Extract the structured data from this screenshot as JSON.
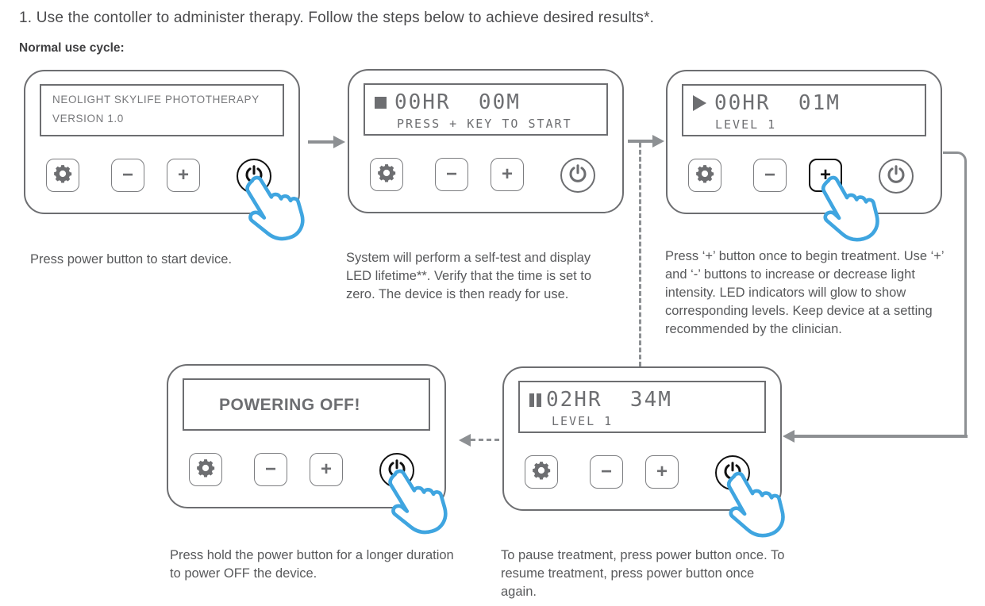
{
  "title": "1. Use the contoller to administer therapy. Follow the steps below to achieve desired results*.",
  "subtitle": "Normal use cycle:",
  "device_buttons": {
    "settings_icon": "gear-icon",
    "decrease_label": "−",
    "increase_label": "+",
    "power_icon": "power-icon"
  },
  "panels": {
    "startup": {
      "screen_line1": "NEOLIGHT SKYLIFE PHOTOTHERAPY",
      "screen_line2": "VERSION 1.0",
      "caption": "Press power button to start device."
    },
    "self_test": {
      "status_icon": "stop-square-icon",
      "screen_line1": "00HR  00M",
      "screen_line2": "PRESS + KEY TO START",
      "caption": "System will perform a self-test and display LED lifetime**. Verify that the time is set to zero. The device is then ready for use."
    },
    "treatment": {
      "status_icon": "play-triangle-icon",
      "screen_line1": "00HR  01M",
      "screen_line2": "LEVEL 1",
      "caption": "Press ‘+’ button once to begin treatment. Use ‘+’ and ‘-’ buttons to increase or decrease light intensity. LED indicators will glow to show corresponding levels. Keep device at a setting recommended by the clinician."
    },
    "paused": {
      "status_icon": "pause-bars-icon",
      "screen_line1": "02HR  34M",
      "screen_line2": "LEVEL 1",
      "caption": "To pause treatment, press power button once. To resume treatment, press power button once again."
    },
    "power_off": {
      "screen_line1": "POWERING OFF!",
      "caption": "Press hold the power button for a longer duration to power OFF the device."
    }
  },
  "colors": {
    "hand_blue": "#3fa5e0",
    "device_outline": "#6d6e71",
    "arrow_gray": "#8d9093",
    "text_gray": "#58595b"
  }
}
